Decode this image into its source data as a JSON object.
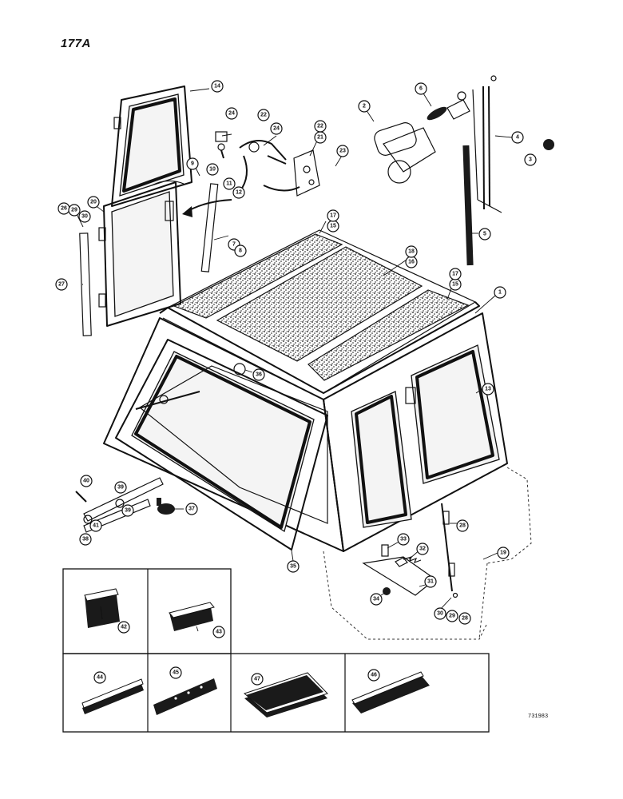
{
  "page": {
    "number": "177A",
    "figure_number": "731983"
  },
  "callouts": [
    "1",
    "2",
    "3",
    "4",
    "5",
    "6",
    "7",
    "8",
    "9",
    "10",
    "11",
    "12",
    "13",
    "14",
    "15",
    "16",
    "17",
    "18",
    "19",
    "20",
    "21",
    "22",
    "23",
    "24",
    "26",
    "27",
    "28",
    "29",
    "30",
    "31",
    "32",
    "33",
    "34",
    "35",
    "36",
    "37",
    "38",
    "39",
    "40",
    "41",
    "42",
    "43",
    "44",
    "45",
    "46",
    "47"
  ]
}
